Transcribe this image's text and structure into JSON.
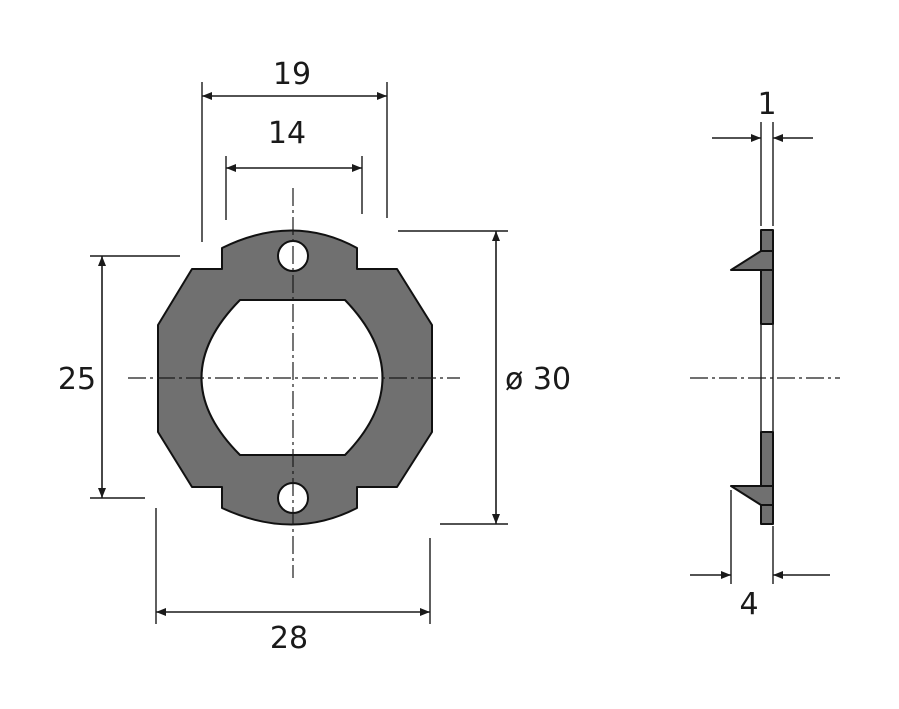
{
  "dimensions": {
    "width_outer": "19",
    "width_inner": "14",
    "height": "25",
    "diameter": "ø 30",
    "width_total": "28",
    "thickness": "1",
    "depth": "4"
  },
  "colors": {
    "part_fill": "#707070",
    "line": "#1a1a1a",
    "background": "#ffffff"
  }
}
